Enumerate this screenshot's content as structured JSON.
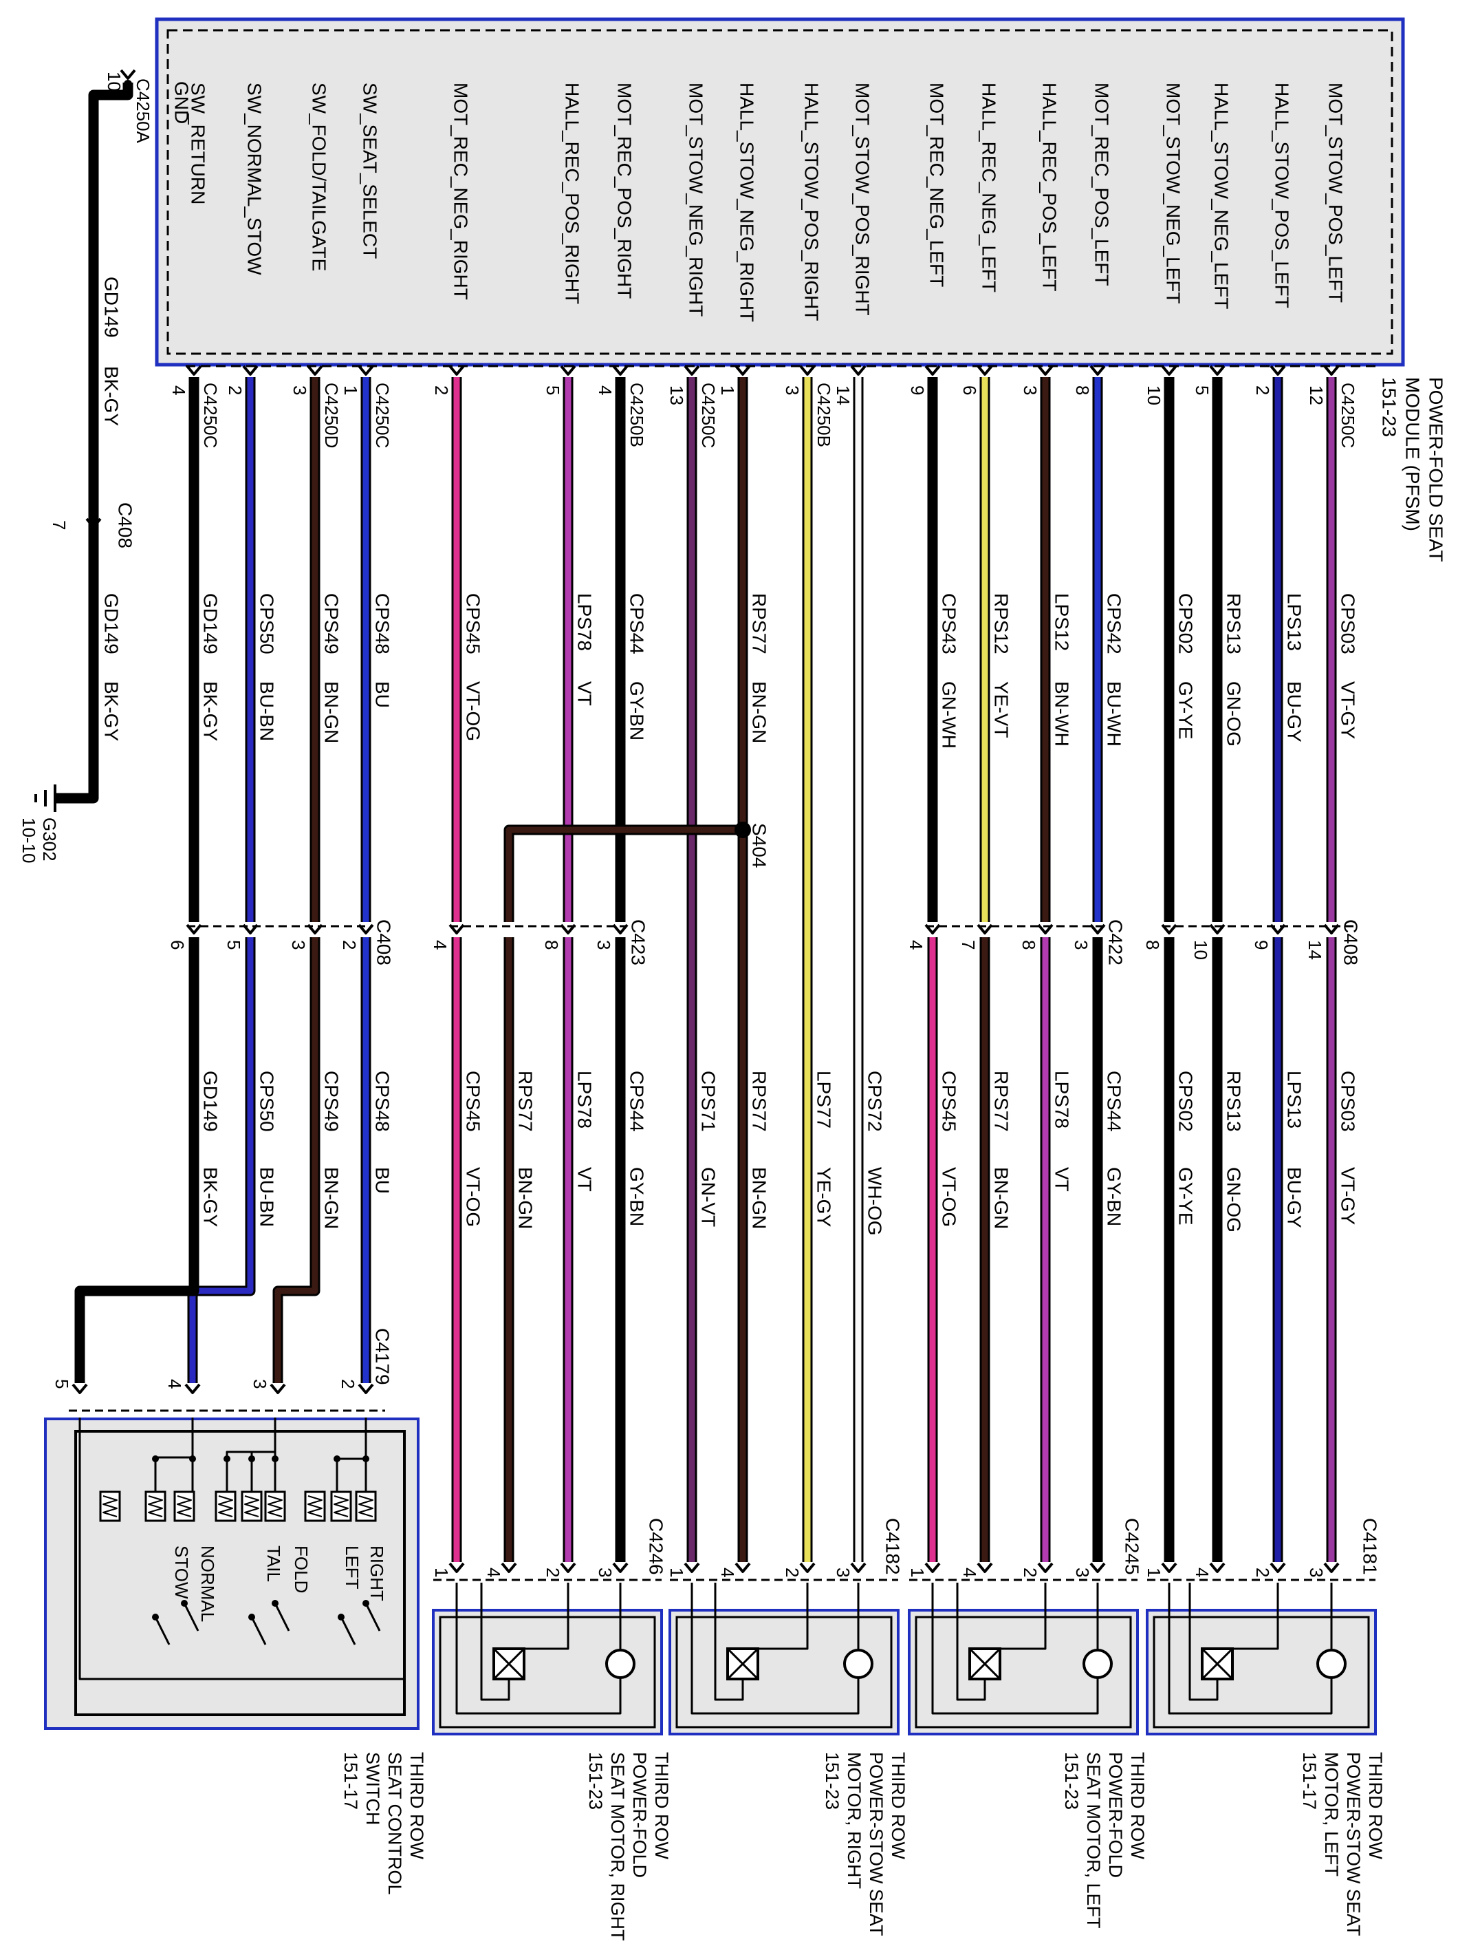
{
  "module": {
    "name_lines": [
      "POWER-FOLD SEAT",
      "MODULE (PFSM)",
      "151-23"
    ]
  },
  "pins_top": [
    {
      "key": "mot_stow_pos_left",
      "label": "MOT_STOW_POS_LEFT",
      "conn": "C4250C",
      "pin": "12",
      "circuit": "CPS03",
      "color_code": "VT-GY",
      "inline_pin_a": "C408",
      "inline_pin_num": "14",
      "inline_pin_num_b": ""
    },
    {
      "key": "hall_stow_pos_left",
      "label": "HALL_STOW_POS_LEFT",
      "conn": "",
      "pin": "2",
      "circuit": "LPS13",
      "color_code": "BU-GY",
      "inline_pin_num": "9"
    },
    {
      "key": "hall_stow_neg_left",
      "label": "HALL_STOW_NEG_LEFT",
      "conn": "",
      "pin": "5",
      "circuit": "RPS13",
      "color_code": "GN-OG",
      "inline_pin_num": "10"
    },
    {
      "key": "mot_stow_neg_left",
      "label": "MOT_STOW_NEG_LEFT",
      "conn": "",
      "pin": "10",
      "circuit": "CPS02",
      "color_code": "GY-YE",
      "inline_pin_num": "8"
    },
    {
      "key": "mot_rec_pos_left",
      "label": "MOT_REC_POS_LEFT",
      "conn": "",
      "pin": "8",
      "circuit": "CPS42",
      "color_code": "BU-WH",
      "inline_pin_num": "3"
    },
    {
      "key": "hall_rec_pos_left",
      "label": "HALL_REC_POS_LEFT",
      "conn": "",
      "pin": "3",
      "circuit": "LPS12",
      "color_code": "BN-WH",
      "inline_pin_num": "8"
    },
    {
      "key": "hall_rec_neg_left",
      "label": "HALL_REC_NEG_LEFT",
      "conn": "",
      "pin": "6",
      "circuit": "RPS12",
      "color_code": "YE-VT",
      "inline_pin_num": "7"
    },
    {
      "key": "mot_rec_neg_left",
      "label": "MOT_REC_NEG_LEFT",
      "conn": "",
      "pin": "9",
      "circuit": "CPS43",
      "color_code": "GN-WH",
      "inline_pin_num": "4"
    },
    {
      "key": "mot_stow_pos_right",
      "label": "MOT_STOW_POS_RIGHT",
      "conn": "",
      "pin": "14",
      "circuit": "",
      "color_code": ""
    },
    {
      "key": "hall_stow_pos_right",
      "label": "HALL_STOW_POS_RIGHT",
      "conn": "C4250B",
      "pin": "3",
      "circuit": "",
      "color_code": ""
    },
    {
      "key": "hall_stow_neg_right",
      "label": "HALL_STOW_NEG_RIGHT",
      "conn": "",
      "pin": "1",
      "circuit": "RPS77",
      "color_code": "BN-GN"
    },
    {
      "key": "mot_stow_neg_right",
      "label": "MOT_STOW_NEG_RIGHT",
      "conn": "C4250C",
      "pin": "13",
      "circuit": "",
      "color_code": ""
    },
    {
      "key": "mot_rec_pos_right",
      "label": "MOT_REC_POS_RIGHT",
      "conn": "C4250B",
      "pin": "4",
      "circuit": "CPS44",
      "color_code": "GY-BN",
      "inline_pin_num": "3"
    },
    {
      "key": "hall_rec_pos_right",
      "label": "HALL_REC_POS_RIGHT",
      "conn": "",
      "pin": "5",
      "circuit": "LPS78",
      "color_code": "VT",
      "inline_pin_num": "8"
    },
    {
      "key": "mot_rec_neg_right",
      "label": "MOT_REC_NEG_RIGHT",
      "conn": "",
      "pin": "2",
      "circuit": "CPS45",
      "color_code": "VT-OG",
      "inline_pin_num": "4"
    },
    {
      "key": "sw_seat_select",
      "label": "SW_SEAT_SELECT",
      "conn": "C4250C",
      "pin": "1",
      "circuit": "CPS48",
      "color_code": "BU",
      "inline_pin_num": "2",
      "switch_pin": "2"
    },
    {
      "key": "sw_fold_tailgate",
      "label": "SW_FOLD/TAILGATE",
      "conn": "C4250D",
      "pin": "3",
      "circuit": "CPS49",
      "color_code": "BN-GN",
      "inline_pin_num": "3",
      "switch_pin": "3"
    },
    {
      "key": "sw_normal_stow",
      "label": "SW_NORMAL_STOW",
      "conn": "",
      "pin": "2",
      "circuit": "CPS50",
      "color_code": "BU-BN",
      "inline_pin_num": "5",
      "switch_pin": "4"
    },
    {
      "key": "sw_return",
      "label": "SW_RETURN",
      "conn": "C4250C",
      "pin": "4",
      "circuit": "GD149",
      "color_code": "BK-GY",
      "inline_pin_num": "6",
      "switch_pin": "5"
    }
  ],
  "gnd": {
    "label": "GND",
    "pin": "10",
    "conn": "C4250A",
    "circuit": "GD149",
    "color_code": "BK-GY",
    "inline_conn": "C408",
    "inline_pin": "7",
    "circuit_b": "GD149",
    "color_code_b": "BK-GY",
    "ground_id": "G302",
    "ground_ref": "10-10"
  },
  "inline_connectors": {
    "c408_top": "C408",
    "c422": "C422",
    "c423": "C423",
    "c408_sw": "C408",
    "splice": "S404"
  },
  "lower_wires": {
    "stow_left": [
      {
        "circuit": "CPS03",
        "color_code": "VT-GY",
        "pin": "3"
      },
      {
        "circuit": "LPS13",
        "color_code": "BU-GY",
        "pin": "2"
      },
      {
        "circuit": "RPS13",
        "color_code": "GN-OG",
        "pin": "4"
      },
      {
        "circuit": "CPS02",
        "color_code": "GY-YE",
        "pin": "1"
      }
    ],
    "fold_left": [
      {
        "circuit": "CPS44",
        "color_code": "GY-BN",
        "pin": "3"
      },
      {
        "circuit": "LPS78",
        "color_code": "VT",
        "pin": "2"
      },
      {
        "circuit": "RPS77",
        "color_code": "BN-GN",
        "pin": "4"
      },
      {
        "circuit": "CPS45",
        "color_code": "VT-OG",
        "pin": "1"
      }
    ],
    "stow_right": [
      {
        "circuit": "CPS72",
        "color_code": "WH-OG",
        "pin": "3"
      },
      {
        "circuit": "LPS77",
        "color_code": "YE-GY",
        "pin": "2"
      },
      {
        "circuit": "RPS77",
        "color_code": "BN-GN",
        "pin": "4"
      },
      {
        "circuit": "CPS71",
        "color_code": "GN-VT",
        "pin": "1"
      }
    ],
    "fold_right": [
      {
        "circuit": "CPS44",
        "color_code": "GY-BN",
        "pin": "3"
      },
      {
        "circuit": "LPS78",
        "color_code": "VT",
        "pin": "2"
      },
      {
        "circuit": "RPS77",
        "color_code": "BN-GN",
        "pin": "4"
      },
      {
        "circuit": "CPS45",
        "color_code": "VT-OG",
        "pin": "1"
      }
    ],
    "switch": [
      {
        "circuit": "CPS48",
        "color_code": "BU"
      },
      {
        "circuit": "CPS49",
        "color_code": "BN-GN"
      },
      {
        "circuit": "CPS50",
        "color_code": "BU-BN"
      },
      {
        "circuit": "GD149",
        "color_code": "BK-GY"
      }
    ],
    "switch_conn": "C4179"
  },
  "motors": [
    {
      "key": "stow_left",
      "conn": "C4181",
      "title_lines": [
        "THIRD ROW",
        "POWER-STOW SEAT",
        "MOTOR, LEFT",
        "151-17"
      ]
    },
    {
      "key": "fold_left",
      "conn": "C4245",
      "title_lines": [
        "THIRD ROW",
        "POWER-FOLD",
        "SEAT MOTOR, LEFT",
        "151-23"
      ]
    },
    {
      "key": "stow_right",
      "conn": "C4182",
      "title_lines": [
        "THIRD ROW",
        "POWER-STOW SEAT",
        "MOTOR, RIGHT",
        "151-23"
      ]
    },
    {
      "key": "fold_right",
      "conn": "C4246",
      "title_lines": [
        "THIRD ROW",
        "POWER-FOLD",
        "SEAT MOTOR, RIGHT",
        "151-23"
      ]
    }
  ],
  "switch_module": {
    "title_lines": [
      "THIRD ROW",
      "SEAT CONTROL",
      "SWITCH",
      "151-17"
    ],
    "labels": [
      "RIGHT",
      "LEFT",
      "FOLD",
      "TAIL",
      "NORMAL",
      "STOW"
    ]
  },
  "colors": {
    "module_fill": "#e6e6e6",
    "module_border": "#1f2fbf",
    "violet_gray": "#9a3aa0",
    "blue_gray": "#1f1fa8",
    "black": "#111111",
    "brown": "#3a1a12",
    "pink": "#e0308f",
    "yellow": "#e8e05a",
    "magenta": "#b33bb0"
  }
}
